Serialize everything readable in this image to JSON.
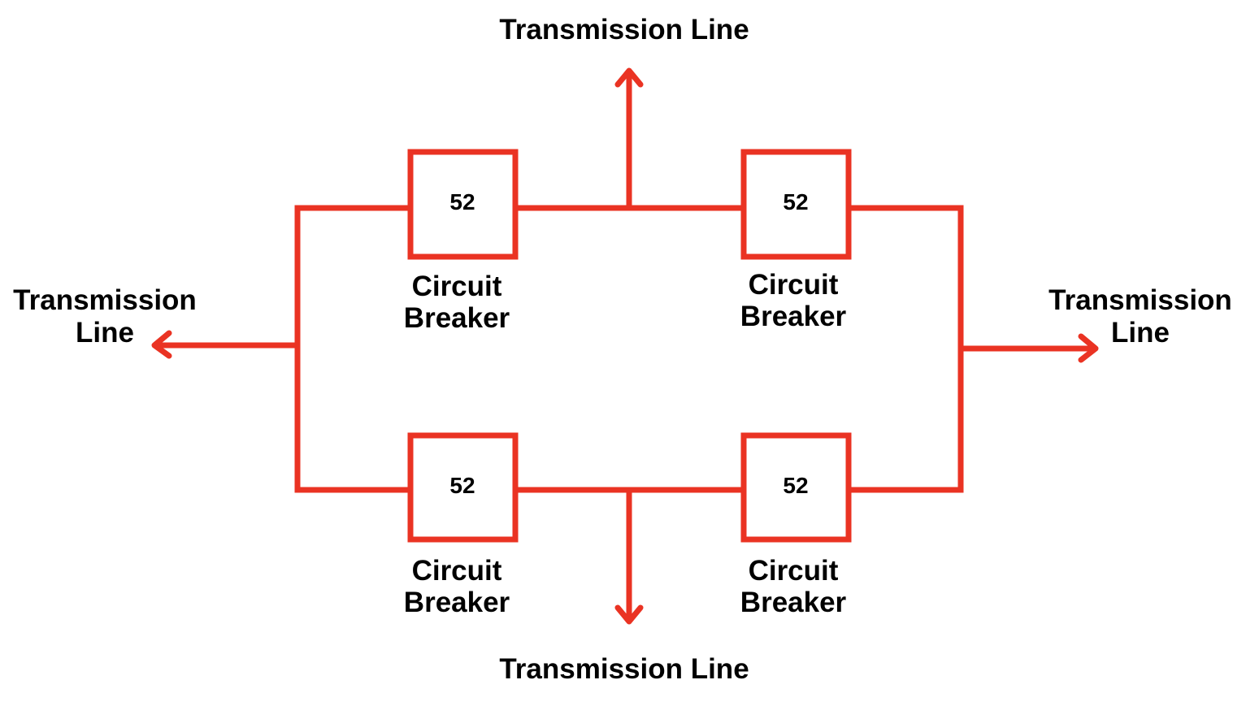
{
  "colors": {
    "wire": "#ea3323",
    "text": "#000000",
    "background": "#ffffff"
  },
  "transmission_lines": {
    "top": "Transmission Line",
    "bottom": "Transmission Line",
    "left": [
      "Transmission",
      "Line"
    ],
    "right": [
      "Transmission",
      "Line"
    ]
  },
  "breakers": {
    "top_left": {
      "code": "52",
      "label": [
        "Circuit",
        "Breaker"
      ]
    },
    "top_right": {
      "code": "52",
      "label": [
        "Circuit",
        "Breaker"
      ]
    },
    "bottom_left": {
      "code": "52",
      "label": [
        "Circuit",
        "Breaker"
      ]
    },
    "bottom_right": {
      "code": "52",
      "label": [
        "Circuit",
        "Breaker"
      ]
    }
  }
}
